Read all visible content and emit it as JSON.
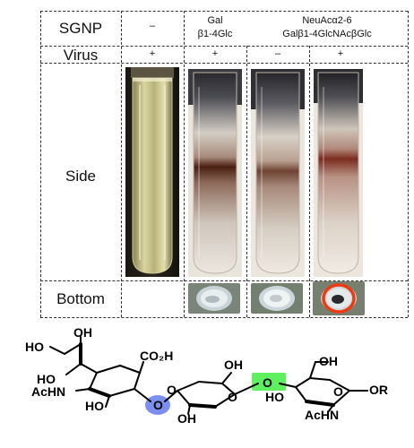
{
  "table": {
    "row_labels": {
      "sgnp": "SGNP",
      "virus": "Virus",
      "side": "Side",
      "bottom": "Bottom"
    },
    "columns": [
      {
        "sgnp": "–",
        "virus": "+"
      },
      {
        "sgnp_line1": "Gal",
        "sgnp_line2": "β1-4Glc",
        "virus": "+"
      },
      {
        "virus": "–"
      },
      {
        "virus": "+"
      }
    ],
    "sialyl_header_line1": "NeuAcα2-6",
    "sialyl_header_line2": "Galβ1-4GlcNAcβGlc"
  },
  "structure": {
    "ho_1": "HO",
    "oh_1": "OH",
    "ho_2": "HO",
    "co2h": "CO₂H",
    "acHN_1": "AcHN",
    "ho_3": "HO",
    "o_blue": "O",
    "oh_2": "OH",
    "o_ring1": "O",
    "o_green": "O",
    "oh_3": "OH",
    "ho_4": "HO",
    "o_ring2": "O",
    "oh_4": "OH",
    "o_ring3": "O",
    "or": "OR",
    "acHN_2": "AcHN"
  },
  "colors": {
    "highlight_blue": "#7b8ff0",
    "highlight_green": "#5ef05e",
    "circle_red": "#ee3a12"
  }
}
